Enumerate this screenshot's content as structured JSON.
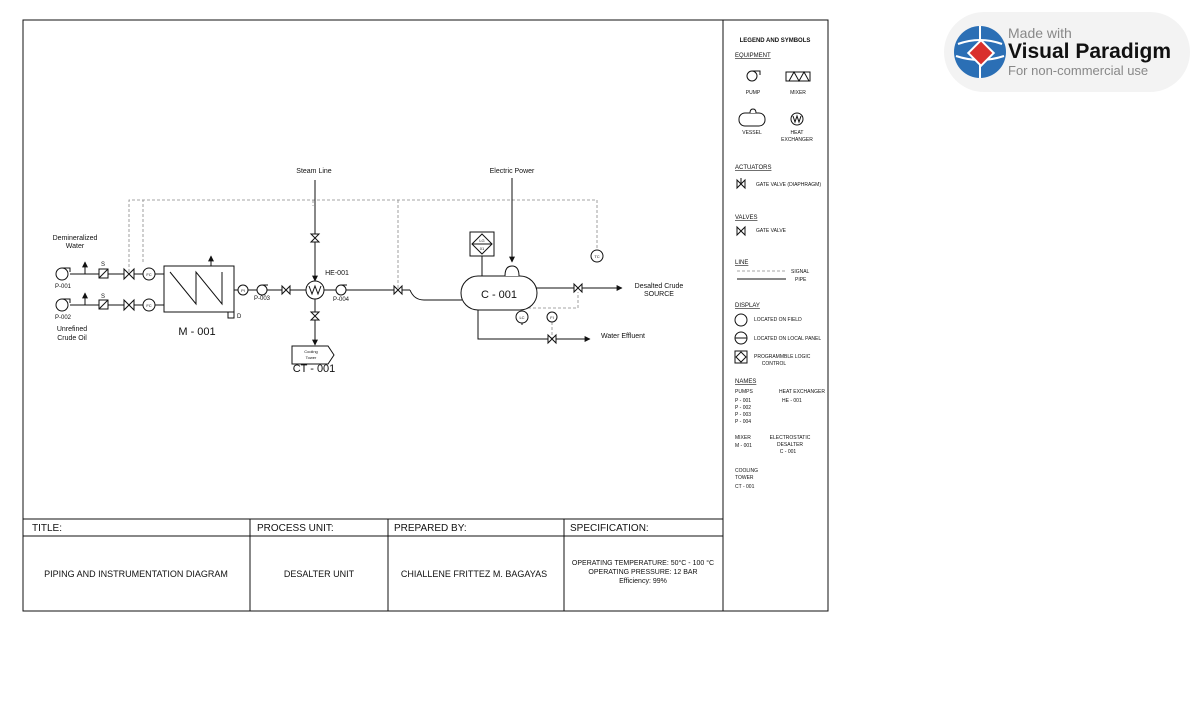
{
  "diagram": {
    "equipment_labels": {
      "steam_line": "Steam Line",
      "electric_power": "Electric Power",
      "demin_water": [
        "Demineralized",
        "Water"
      ],
      "unrefined_crude": [
        "Unrefined",
        "Crude Oil"
      ],
      "desalted_crude": [
        "Desalted Crude",
        "SOURCE"
      ],
      "water_effluent": "Water Effluent",
      "mixer": "M - 001",
      "exchanger": "HE-001",
      "desalter": "C - 001",
      "cooling_tower": "CT - 001",
      "cooling_tower_box": [
        "Cooling",
        "Tower"
      ],
      "pump1": "P-001",
      "pump2": "P-002",
      "pump3": "P-003",
      "pump4": "P-004",
      "strainer": "S",
      "drain": "D",
      "plc_top": "LG",
      "plc_bottom": "01",
      "fc": "FC",
      "tc": "TC",
      "fi": "FI",
      "pi": "PI",
      "lc": "LC"
    },
    "legend": {
      "title": "LEGEND AND SYMBOLS",
      "equipment": {
        "heading": "EQUIPMENT",
        "pump": "PUMP",
        "mixer": "MIXER",
        "vessel": "VESSEL",
        "heat_exchanger": [
          "HEAT",
          "EXCHANGER"
        ]
      },
      "actuators": {
        "heading": "ACTUATORS",
        "gate_valve_diaphragm": "GATE VALVE (DIAPHRAGM)"
      },
      "valves": {
        "heading": "VALVES",
        "gate_valve": "GATE VALVE"
      },
      "line": {
        "heading": "LINE",
        "signal": "SIGNAL",
        "pipe": "PIPE"
      },
      "display": {
        "heading": "DISPLAY",
        "field": "LOCATED ON FIELD",
        "panel": "LOCATED ON LOCAL PANEL",
        "plc": [
          "PROGRAMMBLE LOGIC",
          "CONTROL"
        ]
      },
      "names": {
        "heading": "NAMES",
        "pumps_heading": "PUMPS",
        "pumps": [
          "P - 001",
          "P - 002",
          "P - 003",
          "P - 004"
        ],
        "hx_heading": "HEAT EXCHANGER",
        "hx": "HE - 001",
        "mixer_heading": "MIXER",
        "mixer": "M - 001",
        "desalter_heading": [
          "ELECTROSTATIC",
          "DESALTER"
        ],
        "desalter": "C - 001",
        "ct_heading": [
          "COOLING",
          "TOWER"
        ],
        "ct": "CT - 001"
      }
    },
    "title_block": {
      "headers": [
        "TITLE:",
        "PROCESS UNIT:",
        "PREPARED BY:",
        "SPECIFICATION:"
      ],
      "title": "PIPING AND INSTRUMENTATION DIAGRAM",
      "process_unit": "DESALTER UNIT",
      "prepared_by": "CHIALLENE FRITTEZ M. BAGAYAS",
      "spec": [
        "OPERATING TEMPERATURE: 50°C - 100 °C",
        "OPERATING PRESSURE: 12 BAR",
        "Efficiency: 99%"
      ]
    },
    "watermark": {
      "line1": "Made with",
      "line2": "Visual Paradigm",
      "line3": "For non-commercial use"
    }
  }
}
